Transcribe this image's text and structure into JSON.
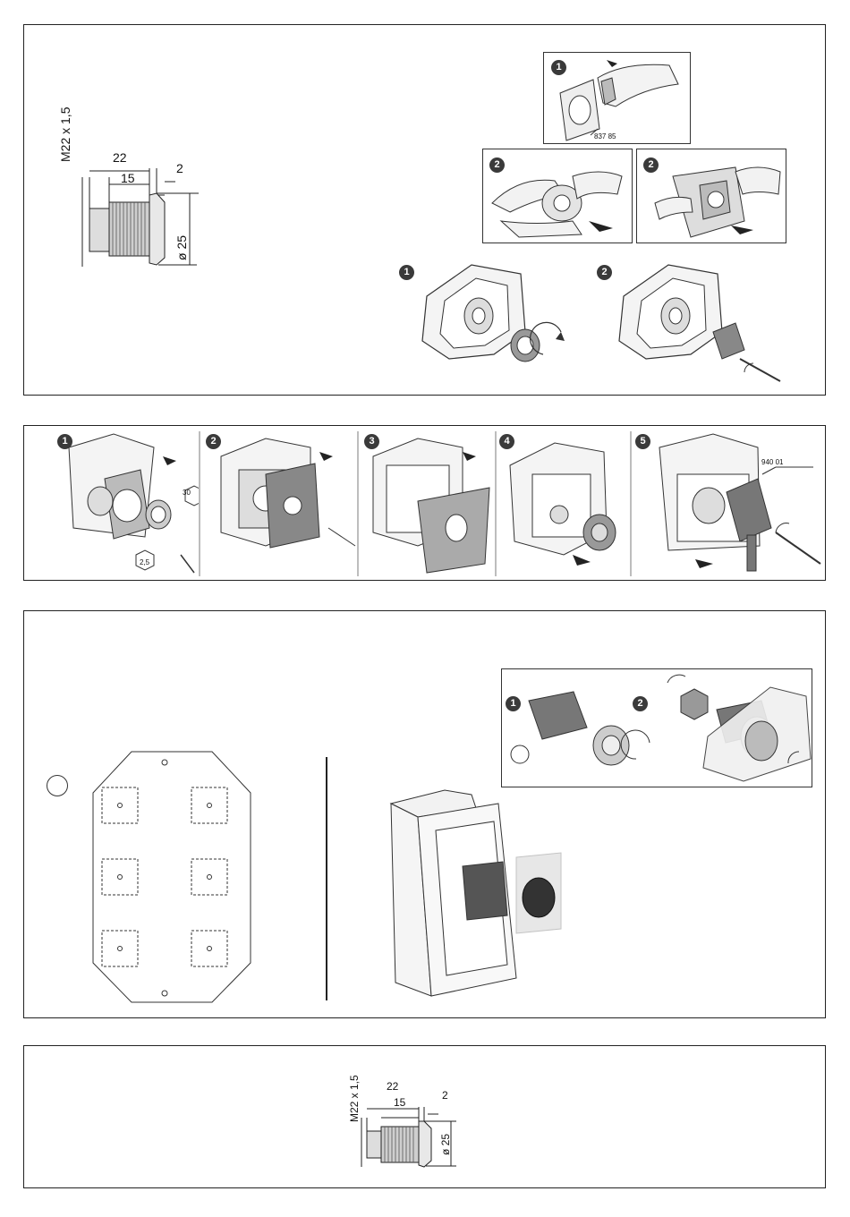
{
  "dimensions": {
    "thread": "M22 x 1,5",
    "length_total": "22",
    "length_thread": "15",
    "flange": "2",
    "diameter": "ø 25"
  },
  "section1": {
    "step_a": "1",
    "step_b": "2",
    "step_c": "2",
    "step_d": "1",
    "step_e": "2",
    "part_ref": "837 85"
  },
  "section2": {
    "steps": [
      "1",
      "2",
      "3",
      "4",
      "5"
    ],
    "torque_nut": "30",
    "hex_key": "2,5",
    "part_ref": "940 01"
  },
  "section3": {
    "step_1": "1",
    "step_2": "2"
  },
  "section4": {}
}
